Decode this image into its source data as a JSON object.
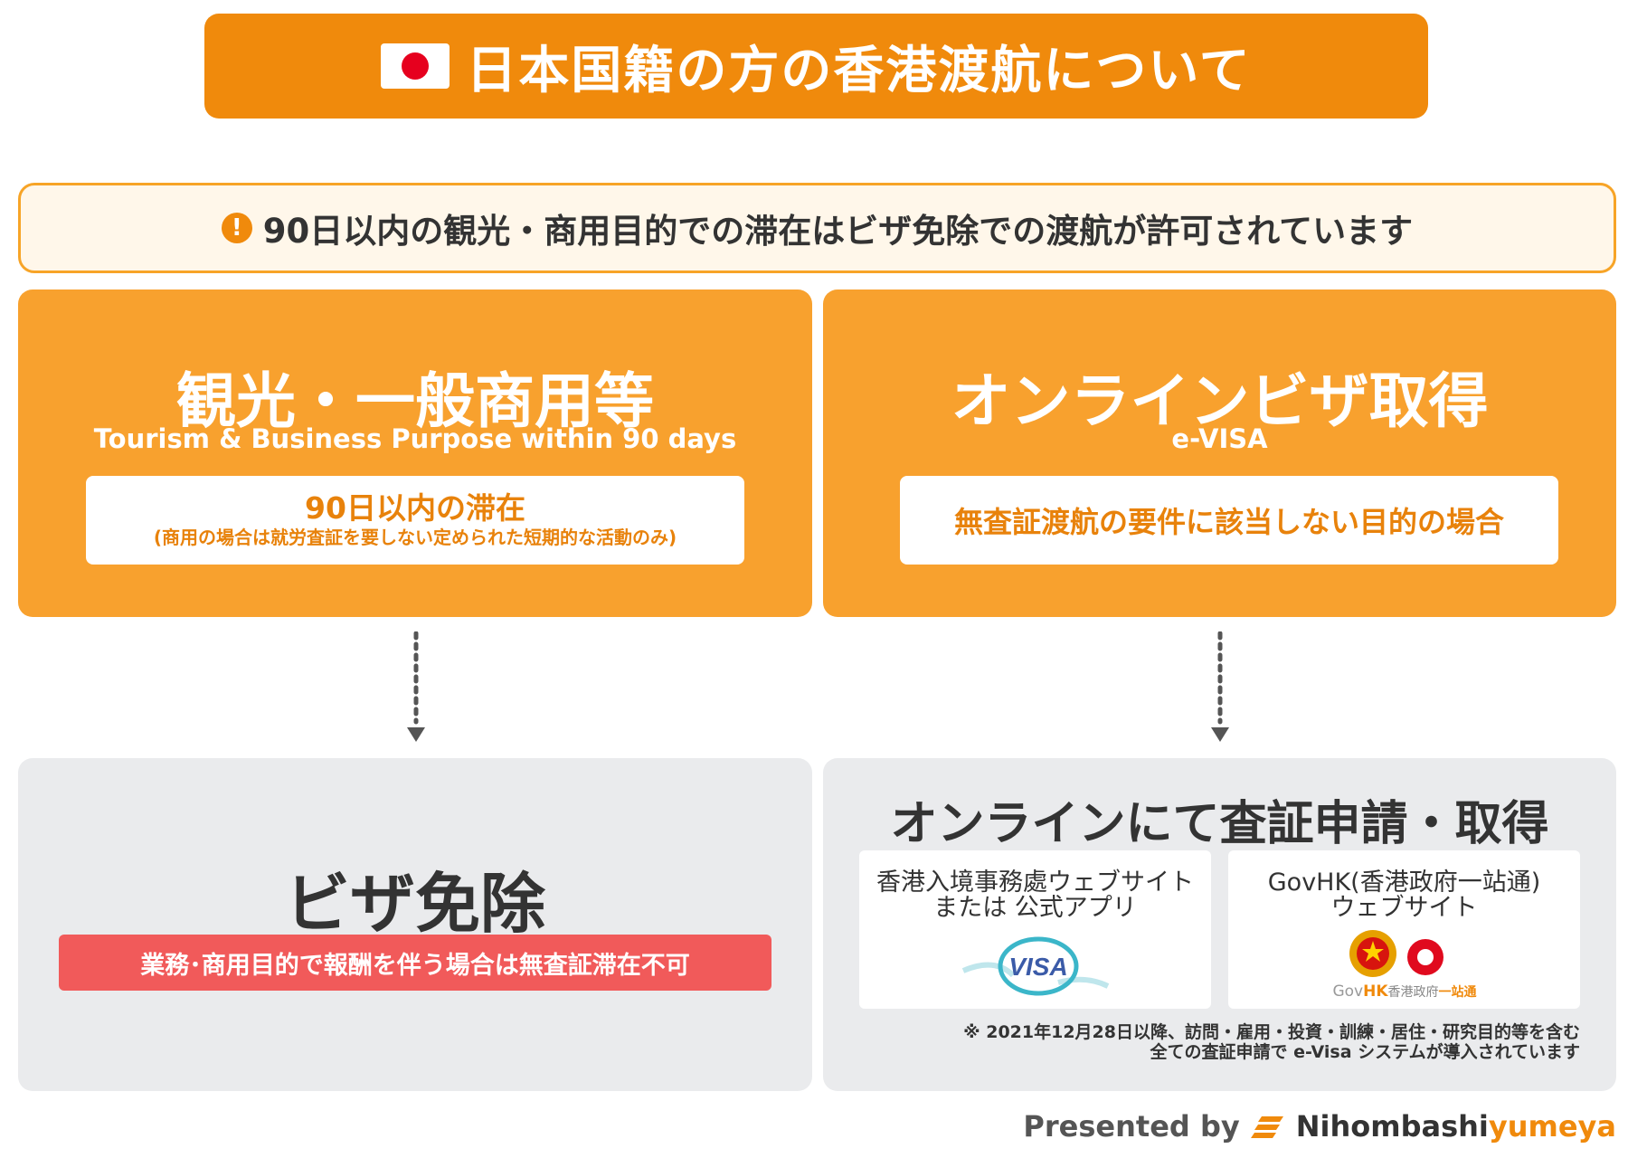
{
  "header": {
    "title": "日本国籍の方の香港渡航について",
    "flag_icon": "japan-flag-icon",
    "colors": {
      "background": "#F08A0C",
      "flag_red": "#E6001E"
    }
  },
  "notice": {
    "icon": "exclamation-circle-icon",
    "text": "90日以内の観光・商用目的での滞在はビザ免除での渡航が許可されています"
  },
  "left_card": {
    "title": "観光・一般商用等",
    "subtitle": "Tourism & Business Purpose within 90 days",
    "box_main": "90日以内の滞在",
    "box_note": "(商用の場合は就労査証を要しない定められた短期的な活動のみ)"
  },
  "right_card": {
    "title": "オンラインビザ取得",
    "subtitle": "e-VISA",
    "box_main": "無査証渡航の要件に該当しない目的の場合"
  },
  "visa_exempt": {
    "title": "ビザ免除",
    "warning": "業務･商用目的で報酬を伴う場合は無査証滞在不可"
  },
  "online": {
    "title": "オンラインにて査証申請・取得",
    "immd_box": {
      "line1": "香港入境事務處ウェブサイト",
      "line2": "または 公式アプリ",
      "logo_text": "VISA"
    },
    "govhk_box": {
      "line1": "GovHK(香港政府一站通)",
      "line2": "ウェブサイト",
      "logo_gov": "Gov",
      "logo_hk": "HK",
      "logo_chinese": "香港政府",
      "logo_yizhan": "一站通"
    },
    "note_line1": "※ 2021年12月28日以降、訪問・雇用・投資・訓練・居住・研究目的等を含む",
    "note_line2": "全ての査証申請で e-Visa システムが導入されています"
  },
  "footer": {
    "presented_by": "Presented by",
    "brand_part1": "Nihombashi",
    "brand_part2": "yumeya",
    "logo_icon": "nihombashiyumeya-logo-icon"
  }
}
